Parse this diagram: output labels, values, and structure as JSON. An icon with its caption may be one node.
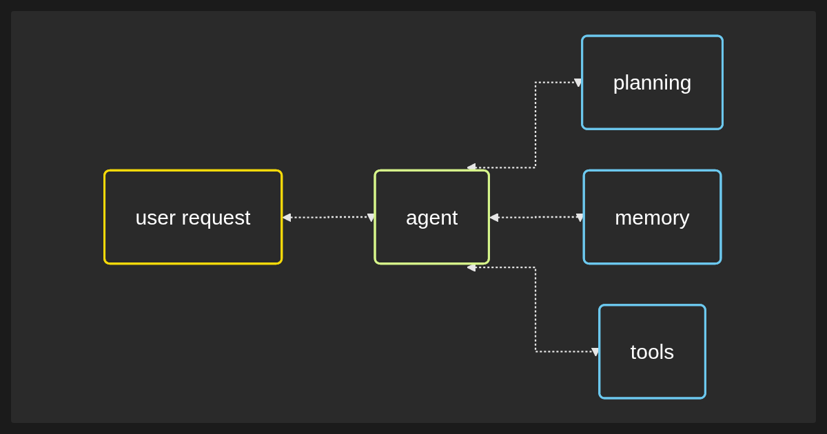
{
  "diagram": {
    "nodes": [
      {
        "text": [
          "user request"
        ]
      },
      {
        "text": [
          "agent"
        ]
      },
      {
        "text": [
          "planning"
        ]
      },
      {
        "text": [
          "memory"
        ]
      },
      {
        "text": [
          "tools"
        ]
      }
    ],
    "edges": [
      {
        "from": 0,
        "to": 1,
        "arrow": "both",
        "style": "dashed"
      },
      {
        "from": 1,
        "to": 2,
        "arrow": "both",
        "style": "dashed"
      },
      {
        "from": 1,
        "to": 3,
        "arrow": "both",
        "style": "dashed"
      },
      {
        "from": 1,
        "to": 4,
        "arrow": "both",
        "style": "dashed"
      }
    ]
  }
}
